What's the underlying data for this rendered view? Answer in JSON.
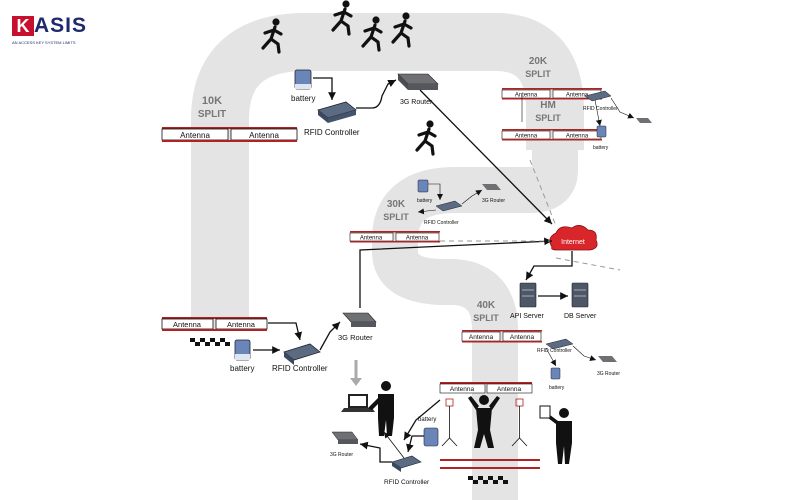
{
  "brand": {
    "name": "ASIS",
    "mark": "K",
    "tagline": "AN ACCESS KEY SYSTEM LIMITS"
  },
  "colors": {
    "track": "#e4e4e4",
    "mat_red": "#b22222",
    "cloud": "#d9262a",
    "line": "#111111"
  },
  "splits": {
    "s10k": "10K",
    "s20k": "20K",
    "s30k": "30K",
    "s40k": "40K",
    "hm": "HM",
    "word": "SPLIT"
  },
  "labels": {
    "antenna": "Antenna",
    "battery": "battery",
    "rfid": "RFID Controller",
    "router": "3G Router",
    "internet": "Internet",
    "api": "API Server",
    "db": "DB Server"
  },
  "icons": [
    "runner-icon",
    "battery-icon",
    "rfid-controller-icon",
    "router-icon",
    "internet-cloud-icon",
    "server-icon",
    "laptop-icon",
    "person-icon"
  ]
}
